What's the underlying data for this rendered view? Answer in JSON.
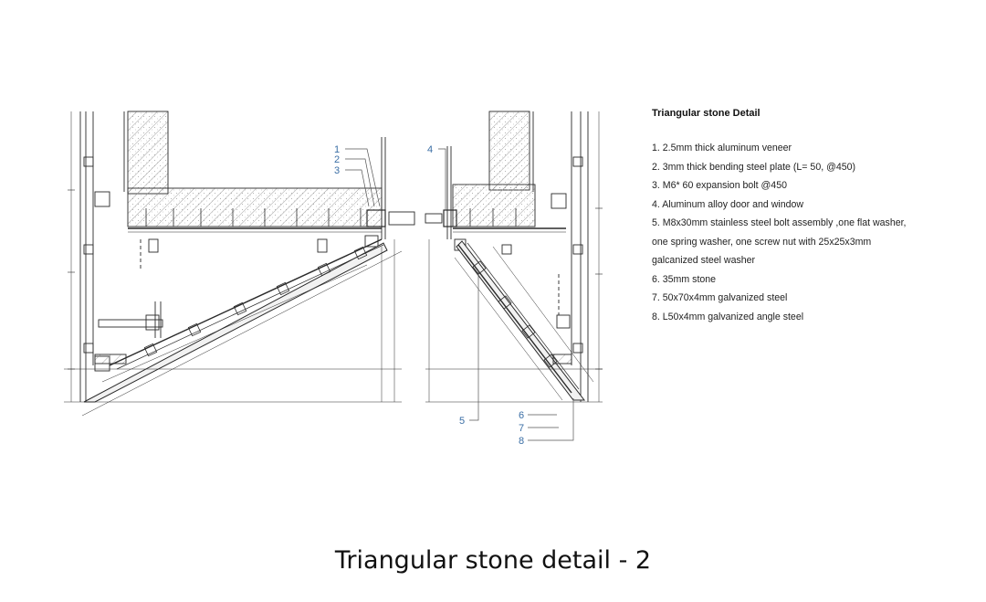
{
  "legend": {
    "title": "Triangular stone Detail",
    "items": [
      "1.  2.5mm thick aluminum veneer",
      "2.  3mm thick bending steel plate (L= 50, @450)",
      "3.  M6* 60  expansion bolt @450",
      "4.  Aluminum alloy door and window",
      "5.  M8x30mm stainless steel bolt assembly ,one flat washer,",
      "one spring  washer, one screw nut with 25x25x3mm",
      "galcanized steel washer",
      "6.  35mm stone",
      "7.  50x70x4mm galvanized steel",
      "8.  L50x4mm galvanized angle steel"
    ]
  },
  "callouts": [
    "1",
    "2",
    "3",
    "4",
    "5",
    "6",
    "7",
    "8"
  ],
  "caption": "Triangular stone detail - 2",
  "colors": {
    "callout": "#3a6ea5",
    "line": "#2a2a2a",
    "hatch": "#9a9a9a"
  }
}
